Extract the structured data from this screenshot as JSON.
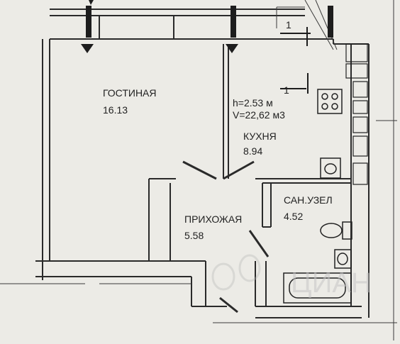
{
  "rooms": {
    "living": {
      "name": "ГОСТИНАЯ",
      "area": "16.13"
    },
    "kitchen": {
      "name": "КУХНЯ",
      "area": "8.94"
    },
    "hallway": {
      "name": "ПРИХОЖАЯ",
      "area": "5.58"
    },
    "bathroom": {
      "name": "САН.УЗЕЛ",
      "area": "4.52"
    }
  },
  "kitchen_specs": {
    "height": "h=2.53 м",
    "volume": "V=22,62 м3"
  },
  "section_marks": {
    "top": "1",
    "right": "1"
  },
  "watermark": "ЦИАН"
}
